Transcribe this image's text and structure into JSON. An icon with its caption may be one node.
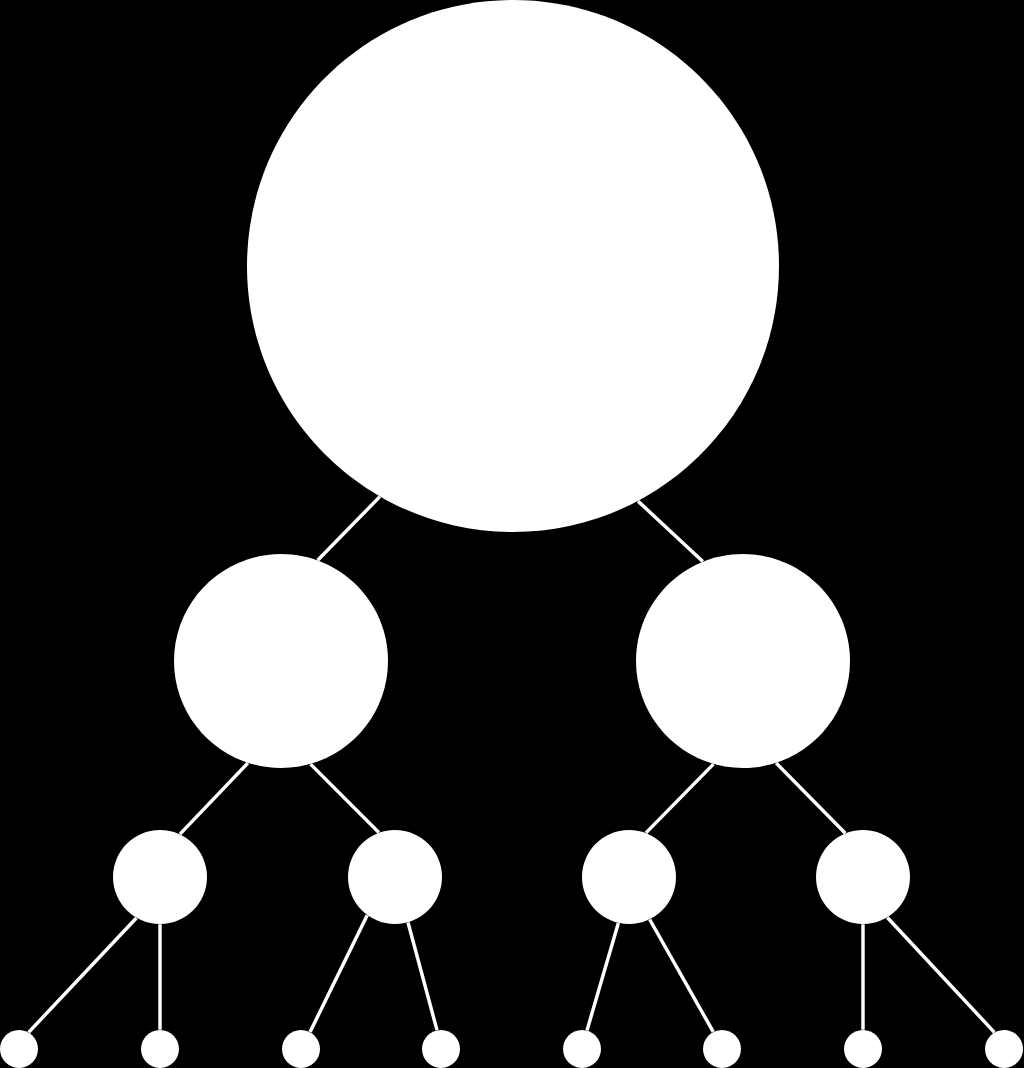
{
  "diagram": {
    "nodes": [
      {
        "text": [],
        "shape": "circle"
      },
      {
        "text": [],
        "shape": "circle"
      },
      {
        "text": [],
        "shape": "circle"
      },
      {
        "text": [],
        "shape": "circle"
      },
      {
        "text": [],
        "shape": "circle"
      },
      {
        "text": [],
        "shape": "circle"
      },
      {
        "text": [],
        "shape": "circle"
      },
      {
        "text": [],
        "shape": "circle"
      },
      {
        "text": [],
        "shape": "circle"
      },
      {
        "text": [],
        "shape": "circle"
      },
      {
        "text": [],
        "shape": "circle"
      },
      {
        "text": [],
        "shape": "circle"
      },
      {
        "text": [],
        "shape": "circle"
      },
      {
        "text": [],
        "shape": "circle"
      },
      {
        "text": [],
        "shape": "circle"
      }
    ],
    "edges": [
      {
        "from": 0,
        "to": 1,
        "arrow": "none"
      },
      {
        "from": 0,
        "to": 2,
        "arrow": "none"
      },
      {
        "from": 1,
        "to": 3,
        "arrow": "none"
      },
      {
        "from": 1,
        "to": 4,
        "arrow": "none"
      },
      {
        "from": 2,
        "to": 5,
        "arrow": "none"
      },
      {
        "from": 2,
        "to": 6,
        "arrow": "none"
      },
      {
        "from": 3,
        "to": 7,
        "arrow": "none"
      },
      {
        "from": 3,
        "to": 8,
        "arrow": "none"
      },
      {
        "from": 4,
        "to": 9,
        "arrow": "none"
      },
      {
        "from": 4,
        "to": 10,
        "arrow": "none"
      },
      {
        "from": 5,
        "to": 11,
        "arrow": "none"
      },
      {
        "from": 5,
        "to": 12,
        "arrow": "none"
      },
      {
        "from": 6,
        "to": 13,
        "arrow": "none"
      },
      {
        "from": 6,
        "to": 14,
        "arrow": "none"
      }
    ]
  }
}
